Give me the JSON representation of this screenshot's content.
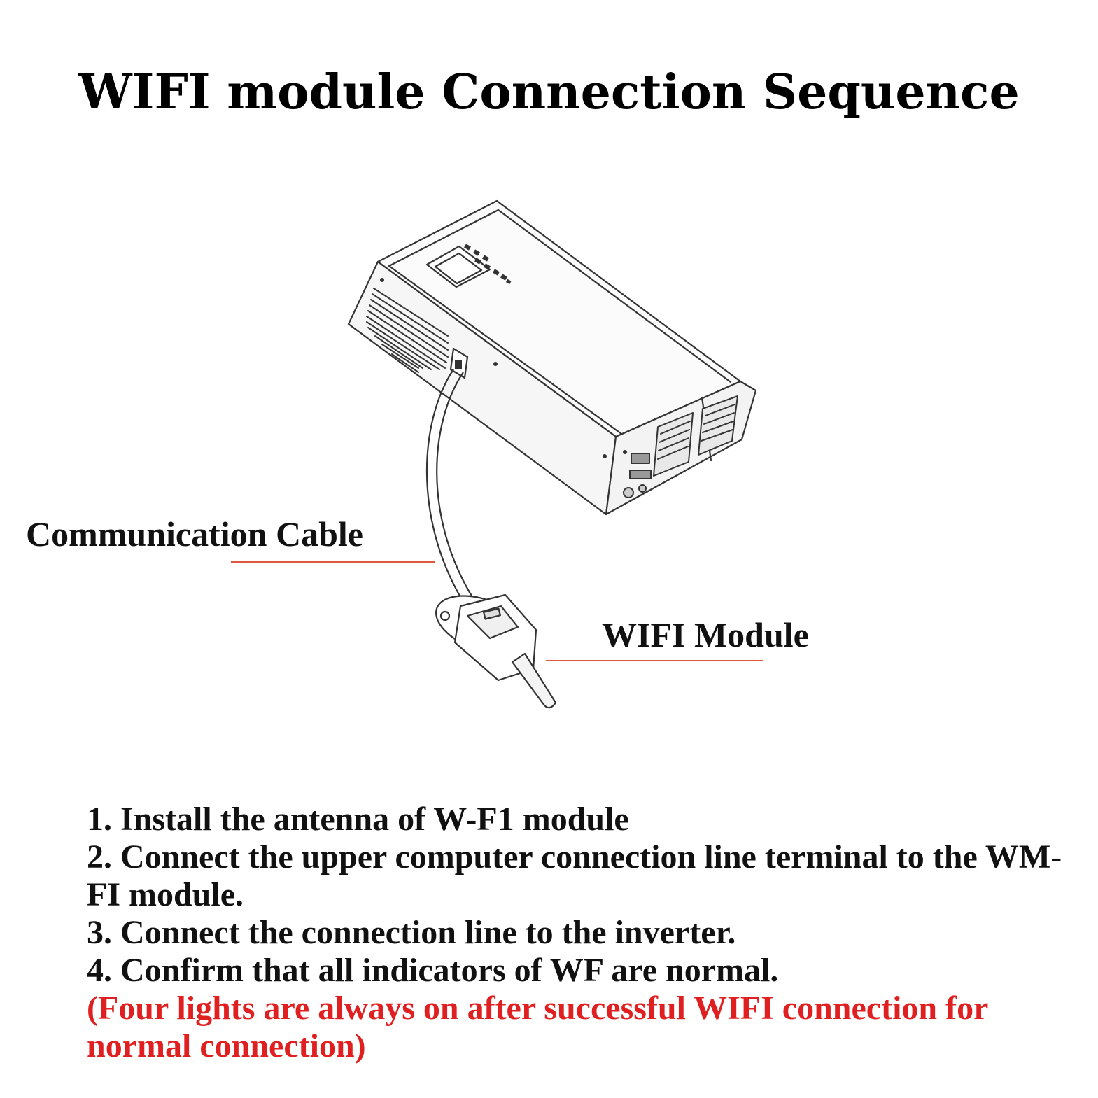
{
  "title": "WIFI module Connection Sequence",
  "labels": {
    "communication_cable": "Communication Cable",
    "wifi_module": "WIFI Module"
  },
  "steps": [
    "1. Install the antenna of W-F1 module",
    "2. Connect the upper computer connection line terminal to the WM-FI module.",
    "3. Connect the connection line to the inverter.",
    "4. Confirm that all indicators of WF are normal."
  ],
  "note": "(Four lights are always on after successful WIFI connection for normal connection)",
  "colors": {
    "text": "#111111",
    "note": "#e02020",
    "leader_line": "#e0563b",
    "line_art": "#333333"
  }
}
